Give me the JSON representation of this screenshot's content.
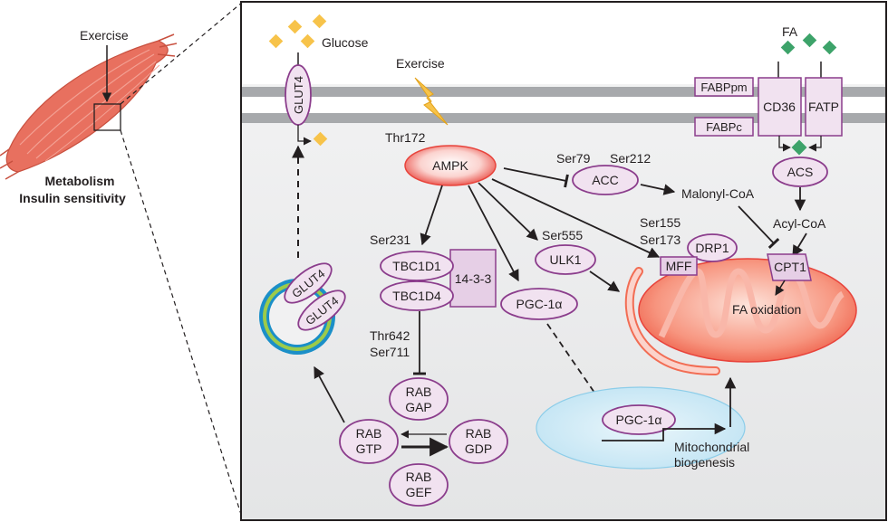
{
  "muscle": {
    "exercise_label": "Exercise",
    "caption_line1": "Metabolism",
    "caption_line2": "Insulin sensitivity"
  },
  "labels": {
    "glucose": "Glucose",
    "exercise": "Exercise",
    "fa": "FA",
    "glut4": "GLUT4",
    "ampk": "AMPK",
    "thr172": "Thr172",
    "ser79": "Ser79",
    "ser212": "Ser212",
    "acc": "ACC",
    "malonyl_coa": "Malonyl-CoA",
    "acs": "ACS",
    "acyl_coa": "Acyl-CoA",
    "fabppm": "FABPpm",
    "fabpc": "FABPc",
    "cd36": "CD36",
    "fatp": "FATP",
    "ser231": "Ser231",
    "tbc1d1": "TBC1D1",
    "tbc1d4": "TBC1D4",
    "p1433": "14-3-3",
    "ser555": "Ser555",
    "ulk1": "ULK1",
    "pgc1a": "PGC-1α",
    "ser155": "Ser155",
    "ser173": "Ser173",
    "drp1": "DRP1",
    "mff": "MFF",
    "cpt1": "CPT1",
    "fa_oxidation": "FA oxidation",
    "thr642": "Thr642",
    "ser711": "Ser711",
    "rab_gap_1": "RAB",
    "rab_gap_2": "GAP",
    "rab_gtp_1": "RAB",
    "rab_gtp_2": "GTP",
    "rab_gdp_1": "RAB",
    "rab_gdp_2": "GDP",
    "rab_gef_1": "RAB",
    "rab_gef_2": "GEF",
    "mito_bio_1": "Mitochondrial",
    "mito_bio_2": "biogenesis"
  },
  "colors": {
    "membrane": "#a7a9ac",
    "protein_fill": "#f1e2f0",
    "protein_stroke": "#8b3d8c",
    "glucose": "#f7c34a",
    "fa": "#3da36a",
    "ampk": "#e8433b",
    "mito": "#f26d54",
    "nucleus": "#cfeaf6",
    "vesicle_outer": "#1b8fc8",
    "vesicle_inner": "#9ccb4a",
    "muscle": "#e8705f"
  }
}
